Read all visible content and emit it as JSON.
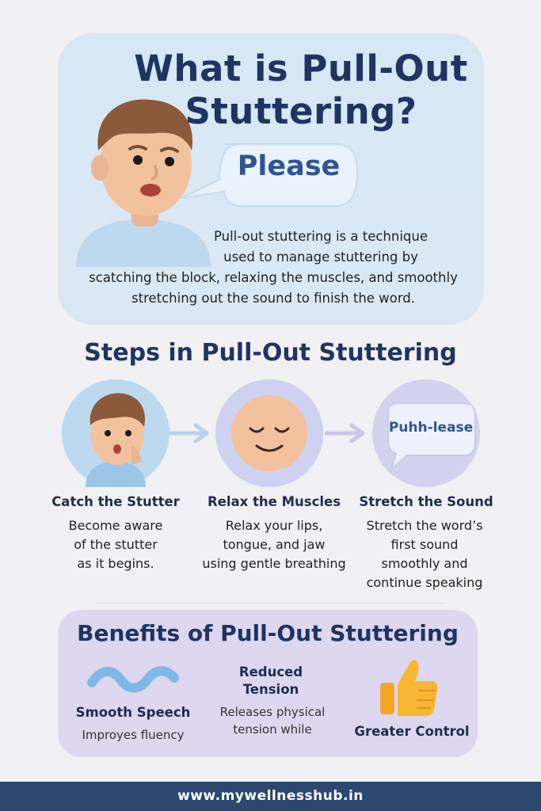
{
  "top_card": {
    "title_line1": "What is Pull-Out",
    "title_line2": "Stuttering?",
    "bubble_word": "Please",
    "intro_lines": [
      "Pull-out stuttering is a technique",
      "used to manage stuttering by",
      "scatching the block, relaxing the muscles, and smoothly",
      "stretching out the sound to finish the word."
    ]
  },
  "steps": {
    "heading": "Steps in Pull-Out Stuttering",
    "items": [
      {
        "title": "Catch the Stutter",
        "desc_lines": [
          "Become aware",
          "of the stutter",
          "as it begins."
        ]
      },
      {
        "title": "Relax the Muscles",
        "desc_lines": [
          "Relax your lips,",
          "tongue, and jaw",
          "using gentle breathing"
        ]
      },
      {
        "title": "Stretch the Sound",
        "bubble_text": "Puhh-lease",
        "desc_lines": [
          "Stretch the word’s",
          "first sound",
          "smoothly and",
          "continue speaking"
        ]
      }
    ]
  },
  "benefits": {
    "heading": "Benefits of Pull-Out Stuttering",
    "items": [
      {
        "title": "Smooth Speech",
        "desc": "Improyes fluency",
        "icon": "wave-icon"
      },
      {
        "title_line1": "Reduced",
        "title_line2": "Tension",
        "desc_line1": "Releases physical",
        "desc_line2": "tension while"
      },
      {
        "title": "Greater Control",
        "icon": "thumbs-up-icon"
      }
    ]
  },
  "footer": {
    "url": "www.mywellnesshub.in"
  },
  "colors": {
    "title": "#1f3460",
    "top_card_bg": "#d6e8f5",
    "benefits_bg": "#ddd7f0",
    "footer_bg": "#2e4770",
    "bubble_text": "#2f5596"
  }
}
